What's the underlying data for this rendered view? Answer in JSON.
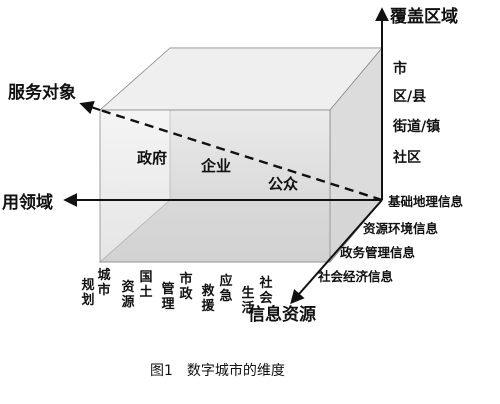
{
  "axes": {
    "coverage": "覆盖区域",
    "service": "服务对象",
    "application": "用领域",
    "information": "信息资源"
  },
  "coverage_levels": [
    "市",
    "区/县",
    "街道/镇",
    "社区"
  ],
  "information_items": [
    "基础地理信息",
    "资源环境信息",
    "政务管理信息",
    "社会经济信息"
  ],
  "service_objects": [
    "政府",
    "企业",
    "公众"
  ],
  "application_domains": [
    "城市规划",
    "国土资源",
    "市政管理",
    "应急救援",
    "社会生活"
  ],
  "caption": "图1　数字城市的维度"
}
